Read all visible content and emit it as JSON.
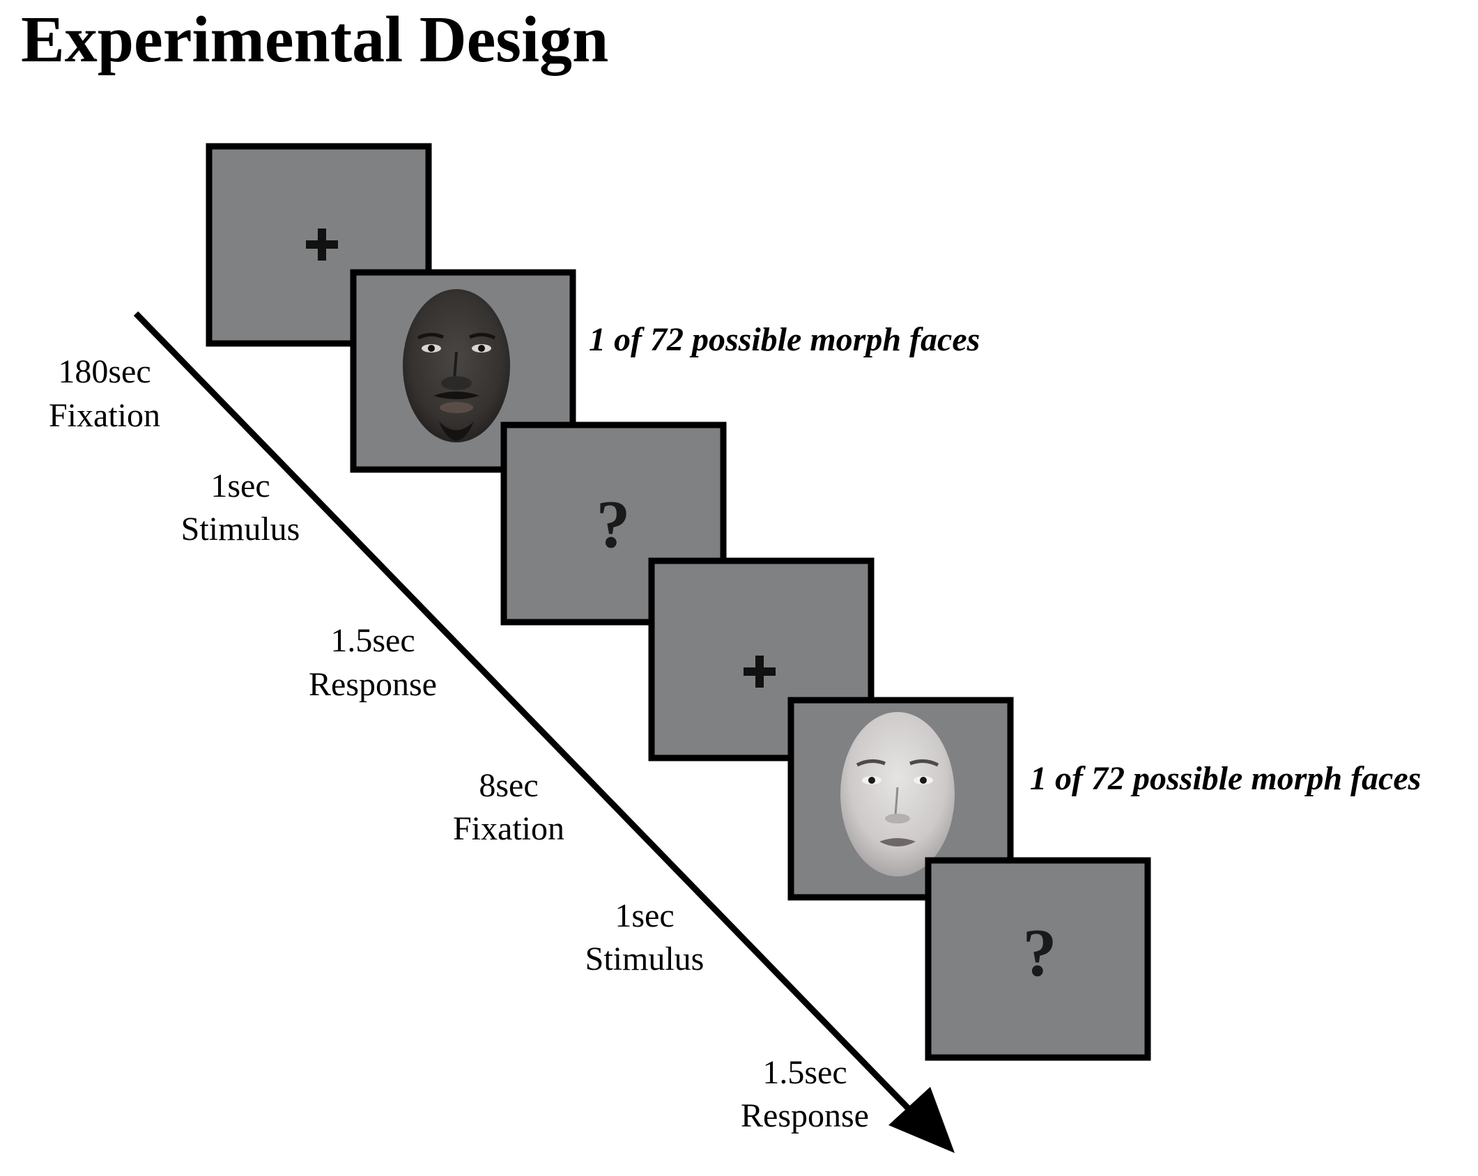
{
  "title": "Experimental Design",
  "colors": {
    "screen_fill": "#7f8183",
    "screen_border": "#000000",
    "arrow": "#000000",
    "text": "#000000",
    "dark_face_skin": "#3a3735",
    "light_face_skin": "#cfcccb"
  },
  "screens": [
    {
      "content": "fixation-cross",
      "symbol": "+"
    },
    {
      "content": "face-image",
      "face": "dark-face"
    },
    {
      "content": "response-prompt",
      "symbol": "?"
    },
    {
      "content": "fixation-cross",
      "symbol": "+"
    },
    {
      "content": "face-image",
      "face": "light-face"
    },
    {
      "content": "response-prompt",
      "symbol": "?"
    }
  ],
  "captions": [
    "1 of 72 possible morph faces",
    "1 of 72 possible morph faces"
  ],
  "timeline": [
    {
      "duration": "180sec",
      "phase": "Fixation"
    },
    {
      "duration": "1sec",
      "phase": "Stimulus"
    },
    {
      "duration": "1.5sec",
      "phase": "Response"
    },
    {
      "duration": "8sec",
      "phase": "Fixation"
    },
    {
      "duration": "1sec",
      "phase": "Stimulus"
    },
    {
      "duration": "1.5sec",
      "phase": "Response"
    }
  ]
}
